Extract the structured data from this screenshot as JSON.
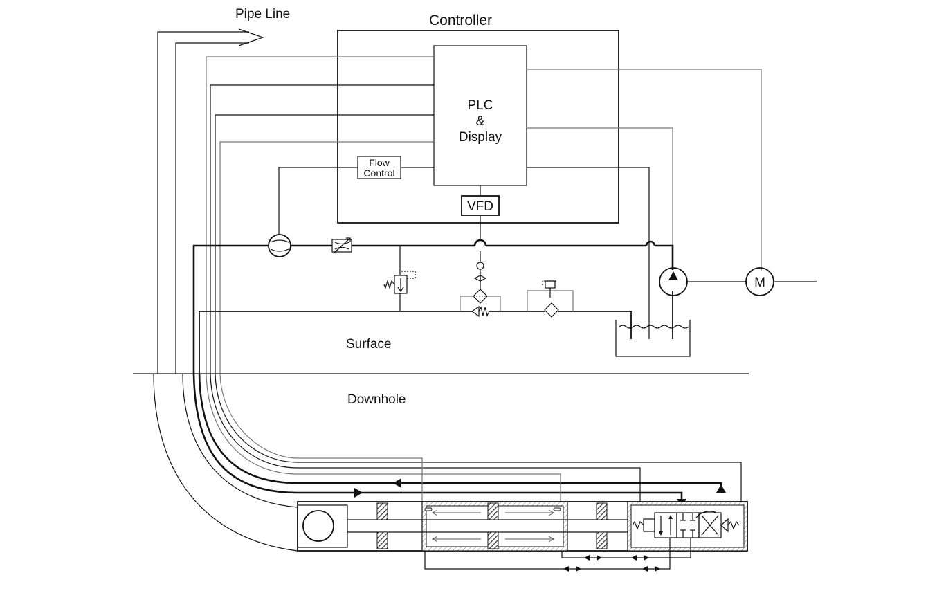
{
  "labels": {
    "pipe_line": "Pipe Line",
    "controller": "Controller",
    "plc_line1": "PLC",
    "plc_line2": "&",
    "plc_line3": "Display",
    "flow_control_line1": "Flow",
    "flow_control_line2": "Control",
    "vfd": "VFD",
    "motor": "M",
    "surface": "Surface",
    "downhole": "Downhole"
  },
  "colors": {
    "line": "#111111",
    "thin_line": "#777777",
    "hatch": "#444444"
  },
  "icons": [
    "pump-icon",
    "motor-icon",
    "flow-meter-icon",
    "variable-restrictor-icon",
    "relief-valve-icon",
    "filter-icon",
    "check-valve-icon",
    "tank-icon",
    "directional-valve-icon"
  ]
}
